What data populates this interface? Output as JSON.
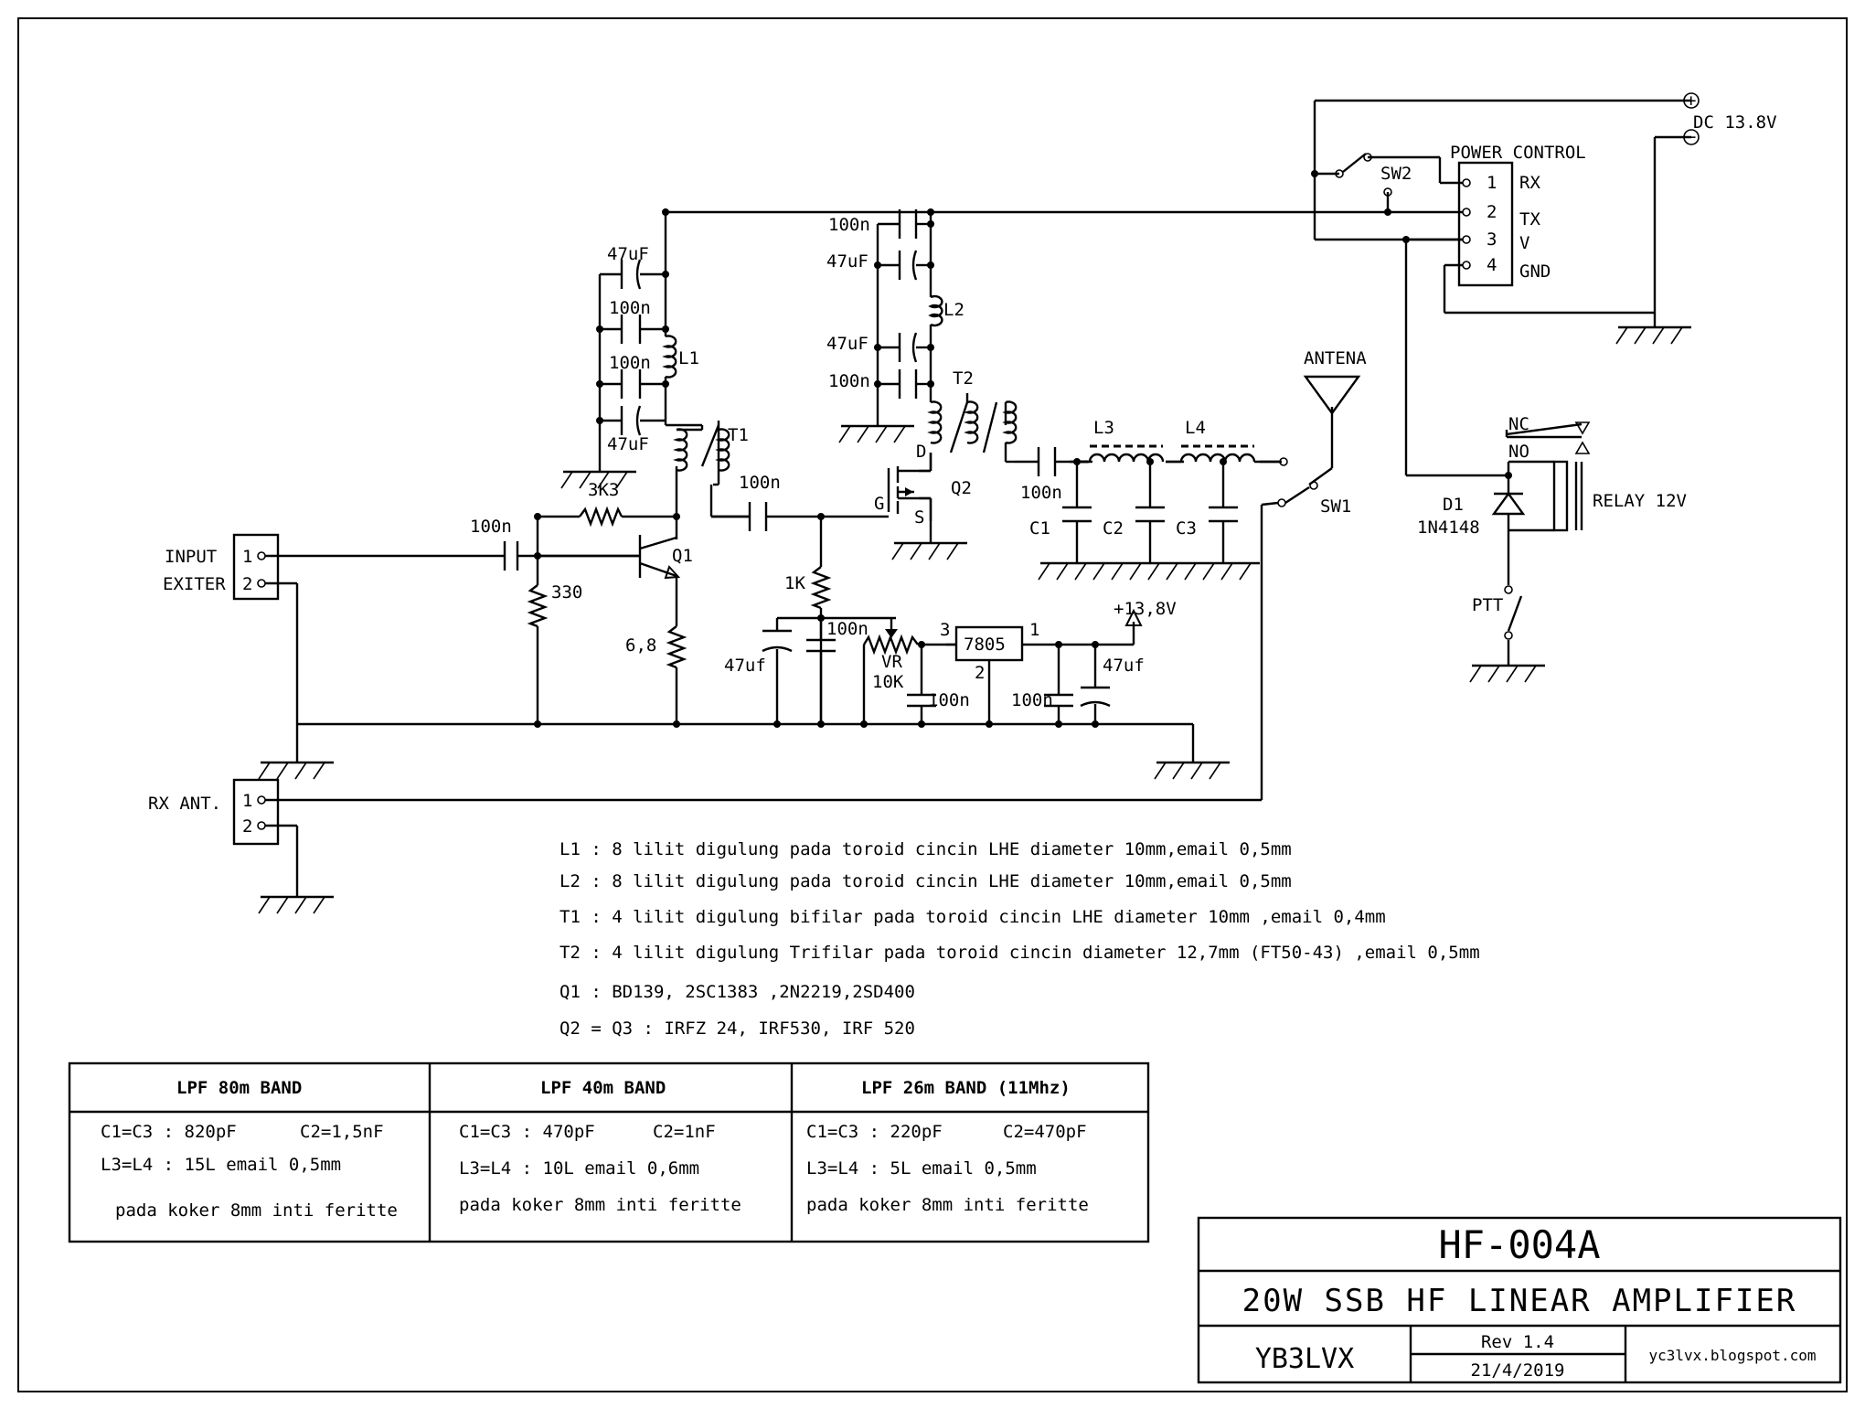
{
  "components": {
    "input_connector": {
      "label_line1": "INPUT",
      "label_line2": "EXITER",
      "pins": [
        "1",
        "2"
      ]
    },
    "rx_ant_connector": {
      "label": "RX ANT.",
      "pins": [
        "1",
        "2"
      ]
    },
    "c_input": "100n",
    "r_330": "330",
    "r_3k3": "3K3",
    "q1": "Q1",
    "r_6_8": "6,8",
    "l1": "L1",
    "t1": "T1",
    "l1_caps": [
      "47uF",
      "100n",
      "100n",
      "47uF"
    ],
    "c_coupling": "100n",
    "r_1k": "1K",
    "c_bias_electro": "47uf",
    "c_bias": "100n",
    "vr": {
      "name": "VR",
      "value": "10K"
    },
    "regulator": {
      "name": "7805",
      "pin_in": "3",
      "pin_out": "1",
      "pin_gnd": "2"
    },
    "c_reg_in": "100n",
    "c_reg_out": "100n",
    "c_reg_electro": "47uf",
    "supply_13_8": "+13,8V",
    "q2": {
      "name": "Q2",
      "gate": "G",
      "drain": "D",
      "source": "S"
    },
    "l2": "L2",
    "l2_caps": [
      "100n",
      "47uF",
      "47uF",
      "100n"
    ],
    "t2": "T2",
    "c_out": "100n",
    "lpf": {
      "l3": "L3",
      "l4": "L4",
      "c1": "C1",
      "c2": "C2",
      "c3": "C3"
    },
    "antenna": "ANTENA",
    "sw1": "SW1",
    "sw2": "SW2",
    "dc_supply": {
      "label": "DC 13.8V",
      "plus": "+",
      "minus": "−"
    },
    "power_control": {
      "title": "POWER CONTROL",
      "pins": [
        {
          "num": "1",
          "name": "RX"
        },
        {
          "num": "2",
          "name": "TX"
        },
        {
          "num": "3",
          "name": "V"
        },
        {
          "num": "4",
          "name": "GND"
        }
      ]
    },
    "relay": {
      "name": "RELAY 12V",
      "nc": "NC",
      "no": "NO"
    },
    "d1": {
      "name": "D1",
      "part": "1N4148"
    },
    "ptt": "PTT"
  },
  "notes": [
    "L1 : 8 lilit digulung pada toroid cincin LHE diameter 10mm,email 0,5mm",
    "L2 : 8 lilit digulung pada toroid cincin LHE diameter 10mm,email 0,5mm",
    "T1 : 4 lilit digulung bifilar pada toroid cincin LHE diameter 10mm ,email 0,4mm",
    "T2 : 4 lilit digulung Trifilar pada toroid cincin diameter 12,7mm (FT50-43) ,email 0,5mm",
    "Q1 : BD139, 2SC1383 ,2N2219,2SD400",
    "Q2 = Q3 : IRFZ 24, IRF530, IRF 520"
  ],
  "lpf_table": {
    "columns": [
      {
        "header": "LPF 80m BAND",
        "cap_left": "C1=C3 : 820pF",
        "cap_right": "C2=1,5nF",
        "coil": "L3=L4 : 15L email 0,5mm",
        "core": "pada koker 8mm inti feritte"
      },
      {
        "header": "LPF 40m BAND",
        "cap_left": "C1=C3 : 470pF",
        "cap_right": "C2=1nF",
        "coil": "L3=L4 : 10L email 0,6mm",
        "core": "pada koker 8mm inti feritte"
      },
      {
        "header": "LPF 26m BAND (11Mhz)",
        "cap_left": "C1=C3 : 220pF",
        "cap_right": "C2=470pF",
        "coil": "L3=L4 : 5L email 0,5mm",
        "core": "pada koker 8mm inti feritte"
      }
    ]
  },
  "title_block": {
    "model": "HF-004A",
    "description": "20W SSB HF LINEAR AMPLIFIER",
    "author": "YB3LVX",
    "rev": "Rev 1.4",
    "date": "21/4/2019",
    "website": "yc3lvx.blogspot.com"
  }
}
